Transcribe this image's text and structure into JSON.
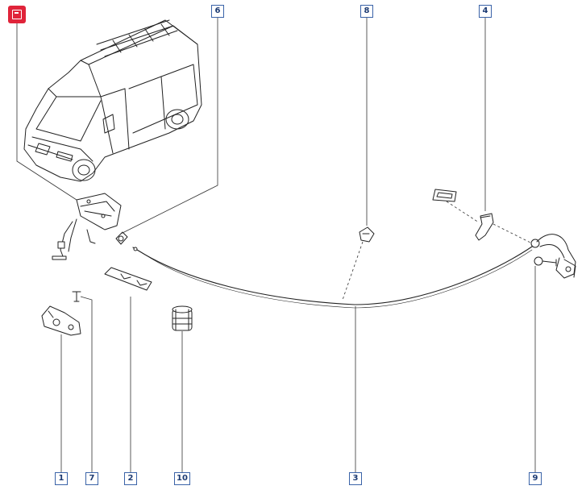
{
  "callouts": [
    {
      "id": "1",
      "label": "1"
    },
    {
      "id": "2",
      "label": "2"
    },
    {
      "id": "3",
      "label": "3"
    },
    {
      "id": "4",
      "label": "4"
    },
    {
      "id": "6",
      "label": "6"
    },
    {
      "id": "7",
      "label": "7"
    },
    {
      "id": "8",
      "label": "8"
    },
    {
      "id": "9",
      "label": "9"
    },
    {
      "id": "10",
      "label": "10"
    }
  ],
  "badge": {
    "icon": "page-icon",
    "color": "#e0243a"
  }
}
